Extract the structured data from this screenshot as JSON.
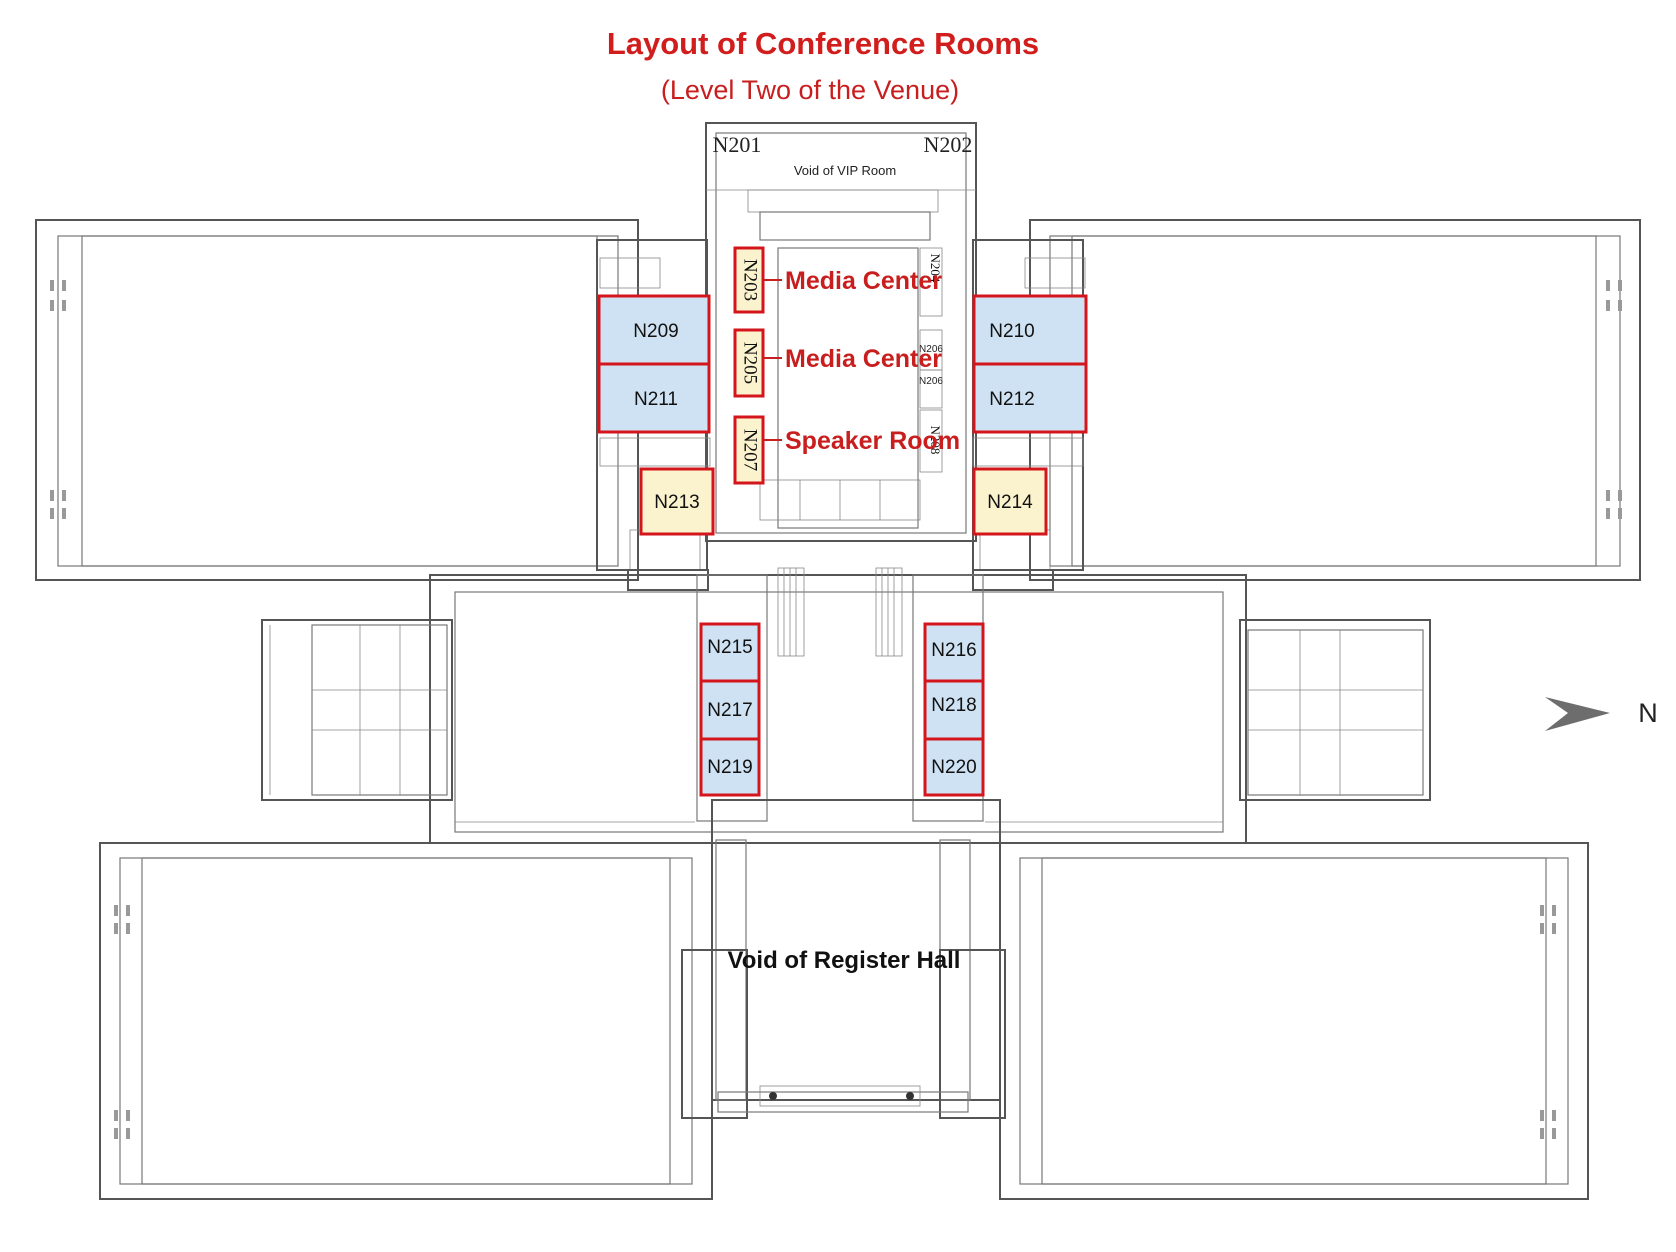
{
  "title": "Layout of Conference Rooms",
  "subtitle": "(Level Two of the Venue)",
  "north_label": "N",
  "colors": {
    "title_red": "#d21d1d",
    "room_border_red": "#d4161c",
    "room_fill_blue": "#cfe2f3",
    "room_fill_yellow": "#fbf3cd",
    "wall_gray": "#555555"
  },
  "top_labels": {
    "n201": "N201",
    "n202": "N202",
    "vip_void": "Void of VIP Room",
    "n204": "N204",
    "n206": "N206",
    "n206_lower": "N206",
    "n208": "N208"
  },
  "annotations": {
    "media_center_1": "Media Center",
    "media_center_2": "Media Center",
    "speaker_room": "Speaker Room",
    "register_hall": "Void of Register Hall"
  },
  "rooms": {
    "n203": "N203",
    "n205": "N205",
    "n207": "N207",
    "n209": "N209",
    "n210": "N210",
    "n211": "N211",
    "n212": "N212",
    "n213": "N213",
    "n214": "N214",
    "n215": "N215",
    "n216": "N216",
    "n217": "N217",
    "n218": "N218",
    "n219": "N219",
    "n220": "N220"
  },
  "icons": {
    "north_arrow": "north-arrow-icon"
  }
}
